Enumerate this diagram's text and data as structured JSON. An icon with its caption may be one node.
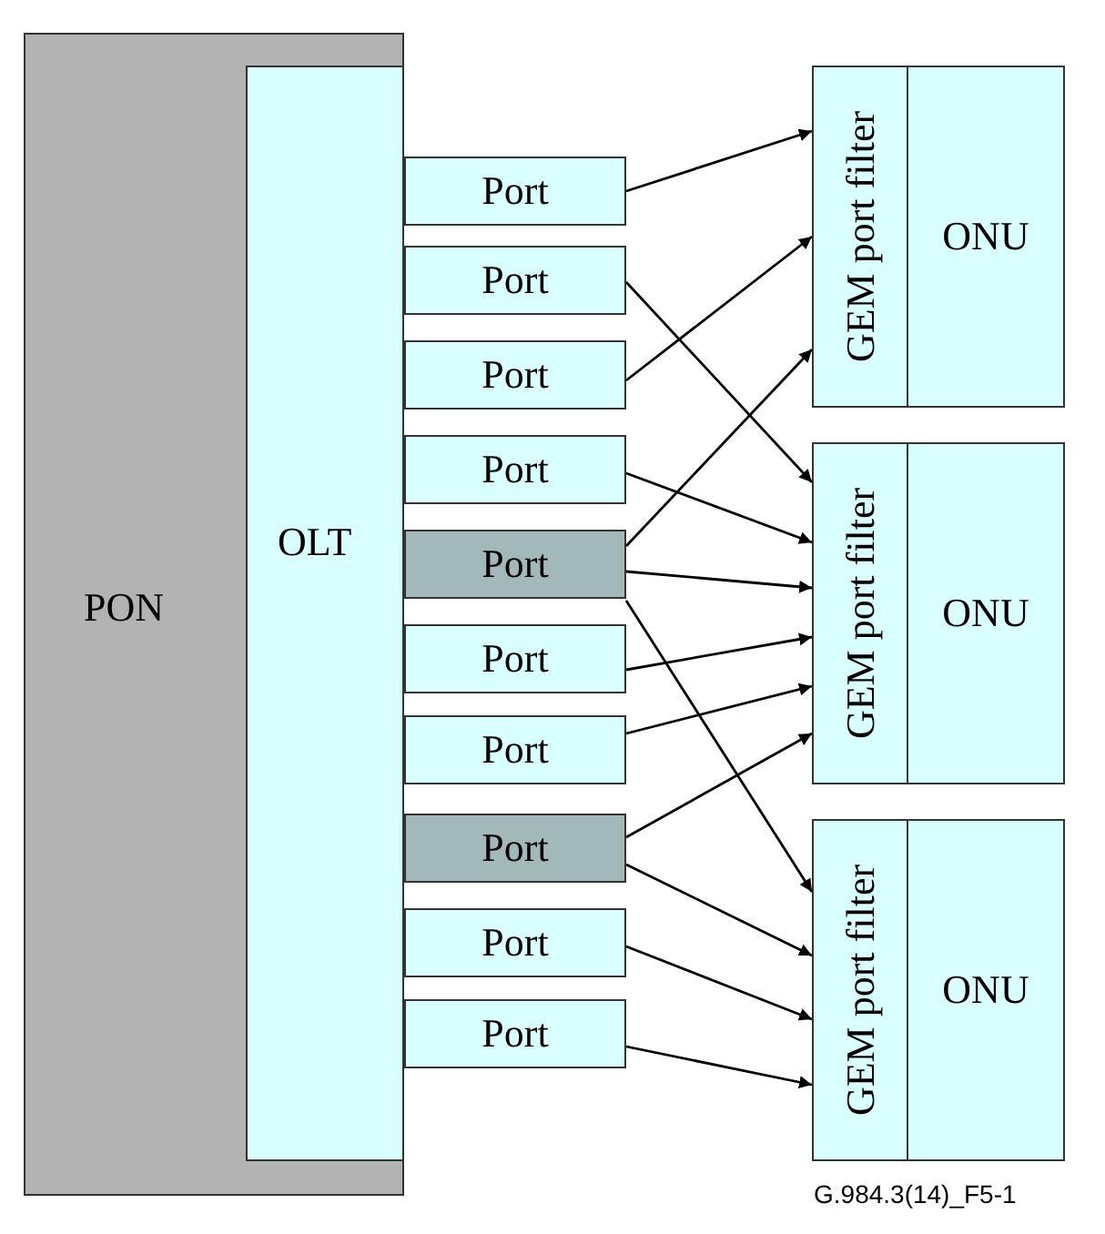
{
  "diagram": {
    "caption": "G.984.3(14)_F5-1",
    "nodes": [
      {
        "text": [
          "PON"
        ]
      },
      {
        "text": [
          "OLT"
        ],
        "in": 0
      },
      {
        "text": [
          "Port"
        ]
      },
      {
        "text": [
          "Port"
        ]
      },
      {
        "text": [
          "Port"
        ]
      },
      {
        "text": [
          "Port"
        ]
      },
      {
        "text": [
          "Port"
        ]
      },
      {
        "text": [
          "Port"
        ]
      },
      {
        "text": [
          "Port"
        ]
      },
      {
        "text": [
          "Port"
        ]
      },
      {
        "text": [
          "Port"
        ]
      },
      {
        "text": [
          "Port"
        ]
      },
      {
        "text": [
          "GEM port filter"
        ]
      },
      {
        "text": [
          "ONU"
        ]
      },
      {
        "text": [
          "GEM port filter"
        ]
      },
      {
        "text": [
          "ONU"
        ]
      },
      {
        "text": [
          "GEM port filter"
        ]
      },
      {
        "text": [
          "ONU"
        ]
      }
    ],
    "edges": [
      {
        "from": 2,
        "to": 12,
        "arrow": "to"
      },
      {
        "from": 3,
        "to": 14,
        "arrow": "to"
      },
      {
        "from": 4,
        "to": 12,
        "arrow": "to"
      },
      {
        "from": 5,
        "to": 14,
        "arrow": "to"
      },
      {
        "from": 6,
        "to": 12,
        "arrow": "to"
      },
      {
        "from": 6,
        "to": 14,
        "arrow": "to"
      },
      {
        "from": 6,
        "to": 16,
        "arrow": "to"
      },
      {
        "from": 7,
        "to": 14,
        "arrow": "to"
      },
      {
        "from": 8,
        "to": 14,
        "arrow": "to"
      },
      {
        "from": 9,
        "to": 14,
        "arrow": "to"
      },
      {
        "from": 9,
        "to": 16,
        "arrow": "to"
      },
      {
        "from": 10,
        "to": 16,
        "arrow": "to"
      },
      {
        "from": 11,
        "to": 16,
        "arrow": "to"
      }
    ]
  }
}
